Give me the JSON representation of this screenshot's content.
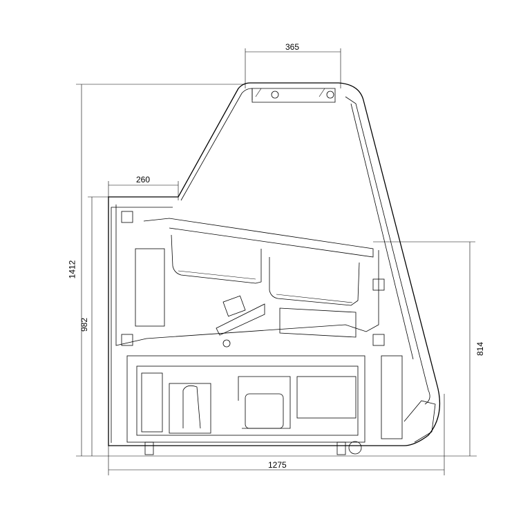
{
  "dimensions": {
    "top_width": "365",
    "rear_top_depth": "260",
    "total_height": "1412",
    "rear_height": "982",
    "front_height": "814",
    "total_depth": "1275"
  }
}
